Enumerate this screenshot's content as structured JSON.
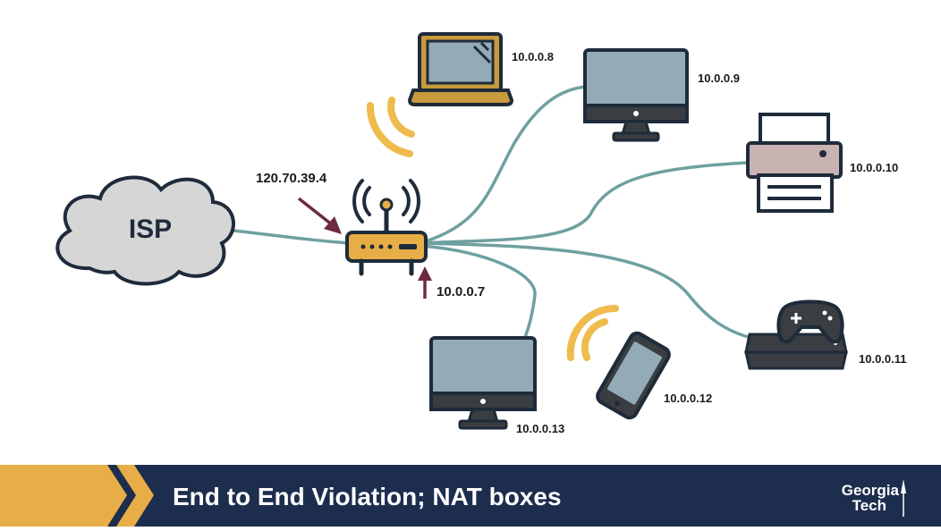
{
  "cloud_label": "ISP",
  "router": {
    "public_ip": "120.70.39.4",
    "private_ip": "10.0.0.7"
  },
  "devices": {
    "laptop": "10.0.0.8",
    "monitor_top": "10.0.0.9",
    "printer": "10.0.0.10",
    "console": "10.0.0.11",
    "phone": "10.0.0.12",
    "monitor_bottom": "10.0.0.13"
  },
  "footer": {
    "title": "End to End Violation; NAT boxes"
  },
  "logo": {
    "line1": "Georgia",
    "line2": "Tech"
  },
  "colors": {
    "navy": "#1d2d4e",
    "gold": "#e7ad47",
    "teal": "#6fa0a0",
    "arrow": "#6d2a45",
    "screen": "#93aab7",
    "outline": "#1e2b3a"
  }
}
